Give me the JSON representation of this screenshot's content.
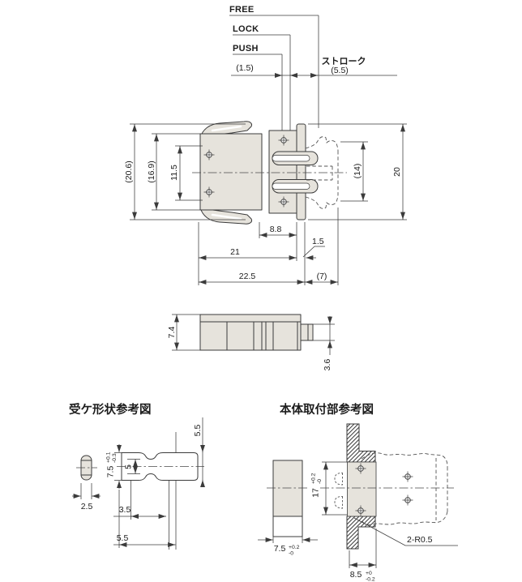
{
  "colors": {
    "line": "#3b3b3b",
    "body_fill": "#e6e3dc",
    "background": "#ffffff"
  },
  "top_annotations": {
    "free": "FREE",
    "lock": "LOCK",
    "push": "PUSH",
    "push_depth": "(1.5)",
    "stroke_label": "ストローク",
    "stroke_value": "(5.5)"
  },
  "front_view": {
    "overall_height": "(20.6)",
    "inner_height": "(16.9)",
    "hole_pitch": "11.5",
    "keeper_height": "(14)",
    "panel_height": "20",
    "depth_to_flange": "8.8",
    "flange_thickness": "1.5",
    "body_length": "21",
    "overall_length": "22.5",
    "protrusion": "(7)"
  },
  "side_view": {
    "height": "7.4",
    "tip_height": "3.6"
  },
  "receiver_view": {
    "title": "受ケ形状参考図",
    "engage_depth": "5.5",
    "width_value": "7.5",
    "width_plus": "+0.1",
    "width_minus": "-0.3",
    "neck_width": "5",
    "thickness": "2.5",
    "offset_a": "3.5",
    "offset_b": "5.5"
  },
  "mount_view": {
    "title": "本体取付部参考図",
    "height_value": "17",
    "height_plus": "+0.2",
    "height_minus": "-0",
    "width_value": "7.5",
    "width_plus": "+0.2",
    "width_minus": "-0",
    "cut_value": "8.5",
    "cut_plus": "+0",
    "cut_minus": "-0.2",
    "radius_note": "2-R0.5"
  }
}
